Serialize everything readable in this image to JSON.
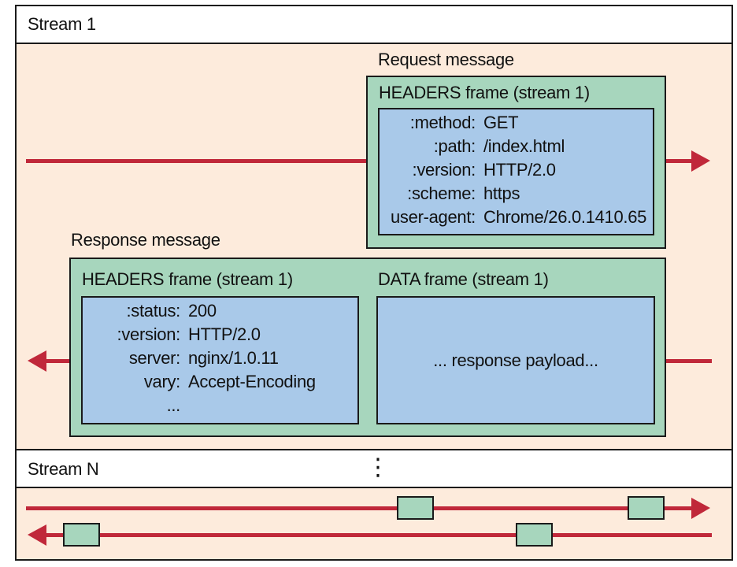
{
  "stream1": {
    "label": "Stream 1",
    "request": {
      "label": "Request message",
      "frame_title": "HEADERS frame (stream 1)",
      "headers": [
        {
          "key": ":method:",
          "value": "GET"
        },
        {
          "key": ":path:",
          "value": "/index.html"
        },
        {
          "key": ":version:",
          "value": "HTTP/2.0"
        },
        {
          "key": ":scheme:",
          "value": "https"
        },
        {
          "key": "user-agent:",
          "value": "Chrome/26.0.1410.65"
        }
      ]
    },
    "response": {
      "label": "Response message",
      "headers_frame_title": "HEADERS frame (stream 1)",
      "data_frame_title": "DATA frame (stream 1)",
      "headers": [
        {
          "key": ":status:",
          "value": "200"
        },
        {
          "key": ":version:",
          "value": "HTTP/2.0"
        },
        {
          "key": "server:",
          "value": "nginx/1.0.11"
        },
        {
          "key": "vary:",
          "value": "Accept-Encoding"
        },
        {
          "key": "...",
          "value": ""
        }
      ],
      "payload": "... response payload..."
    }
  },
  "streamN": {
    "label": "Stream N",
    "ellipsis": "⋮"
  },
  "colors": {
    "stream_bg": "#fdebdc",
    "frame_green": "#a7d6bd",
    "header_blue": "#a9c9e9",
    "arrow_red": "#c0283a"
  }
}
